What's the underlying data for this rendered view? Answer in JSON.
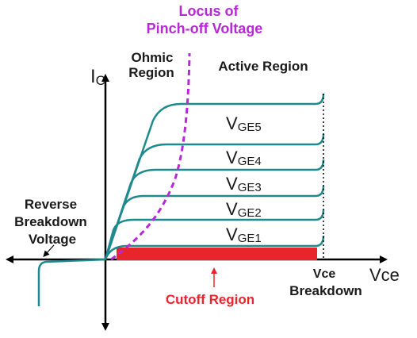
{
  "labels": {
    "locus_line1": "Locus of",
    "locus_line2": "Pinch-off Voltage",
    "ohmic_line1": "Ohmic",
    "ohmic_line2": "Region",
    "active_region": "Active Region",
    "ic_main": "I",
    "ic_sub": "C",
    "reverse_line1": "Reverse",
    "reverse_line2": "Breakdown",
    "reverse_line3": "Voltage",
    "cutoff_region": "Cutoff Region",
    "vce_breakdown_line1": "Vce",
    "vce_breakdown_line2": "Breakdown",
    "vce_axis": "Vce"
  },
  "curves": [
    {
      "main": "V",
      "sub": "GE5"
    },
    {
      "main": "V",
      "sub": "GE4"
    },
    {
      "main": "V",
      "sub": "GE3"
    },
    {
      "main": "V",
      "sub": "GE2"
    },
    {
      "main": "V",
      "sub": "GE1"
    }
  ],
  "colors": {
    "curve": "#1e8a8e",
    "locus": "#b728d6",
    "cutoff": "#e8252b",
    "axis": "#000000",
    "text": "#1a1a1a"
  }
}
